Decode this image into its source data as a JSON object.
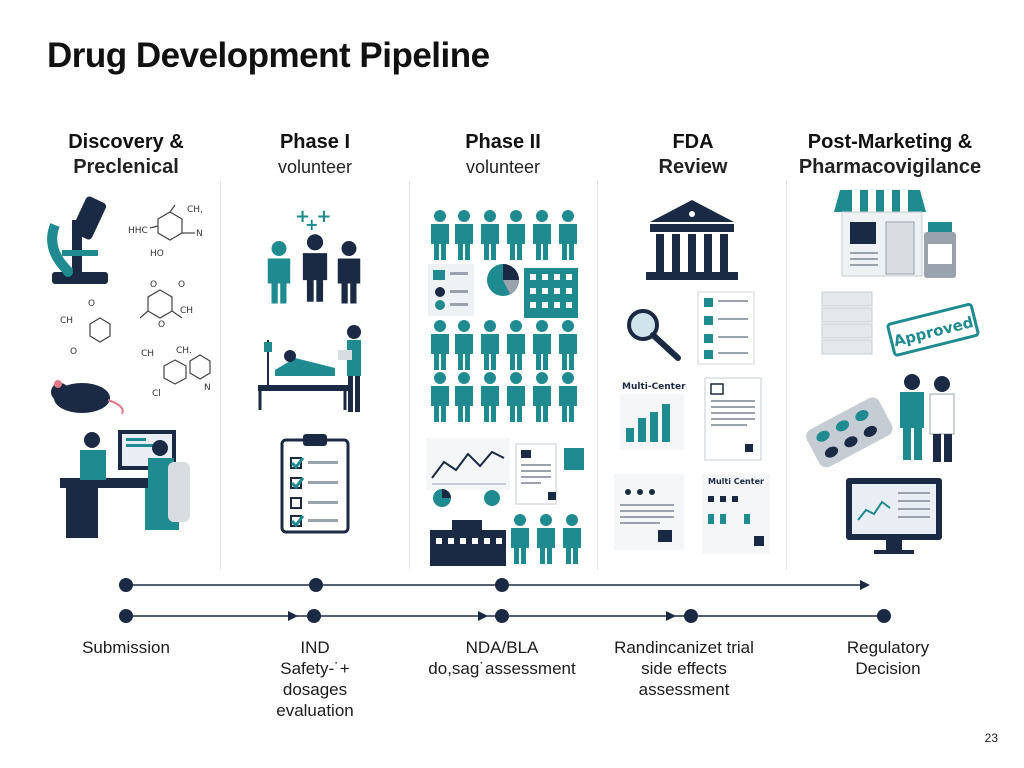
{
  "title": "Drug Development Pipeline",
  "columns": [
    {
      "line1": "Discovery &",
      "line2": "Preclenical"
    },
    {
      "line1": "Phase I",
      "line2": "volunteer"
    },
    {
      "line1": "Phase II",
      "line2": "volunteer"
    },
    {
      "line1": "FDA",
      "line2": "Review"
    },
    {
      "line1": "Post-Marketing &",
      "line2": "Pharmacovigilance"
    }
  ],
  "illustration_text": {
    "multi_center": "Multi-Center",
    "multi_center_2": "Multi Center",
    "approved_stamp": "Approved",
    "ch3": "CH,",
    "hhc": "HHC",
    "ho": "HO",
    "ch": "CH",
    "ch_dot": "CH.",
    "cl": "Cl",
    "n": "N",
    "o": "O"
  },
  "timeline_labels": [
    {
      "lines": [
        "Submission"
      ]
    },
    {
      "lines": [
        "IND",
        "Safety-˙+",
        "dosages",
        "evaluation"
      ]
    },
    {
      "lines": [
        "NDA/BLA",
        "do,sag˙assessment"
      ]
    },
    {
      "lines": [
        "Randincanizet trial",
        "side effects",
        "assessment"
      ]
    },
    {
      "lines": [
        "Regulatory",
        "Decision"
      ]
    }
  ],
  "page_number": "23",
  "colors": {
    "teal": "#1f8a8f",
    "navy": "#1b2a44",
    "grey": "#d9dde2"
  }
}
